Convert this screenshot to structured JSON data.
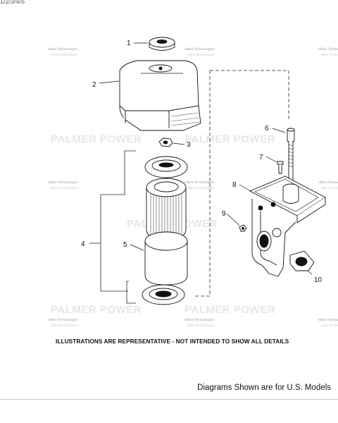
{
  "header_fragment": "1/2/3/4/5",
  "callouts": [
    "1",
    "2",
    "3",
    "4",
    "5",
    "6",
    "7",
    "8",
    "9",
    "10"
  ],
  "watermarks": {
    "brand": "PALMER POWER",
    "stamp": "eBest Technologies"
  },
  "disclaimer": "ILLUSTRATIONS ARE REPRESENTATIVE - NOT INTENDED TO SHOW ALL DETAILS",
  "footer_note": "Diagrams Shown are for U.S. Models"
}
